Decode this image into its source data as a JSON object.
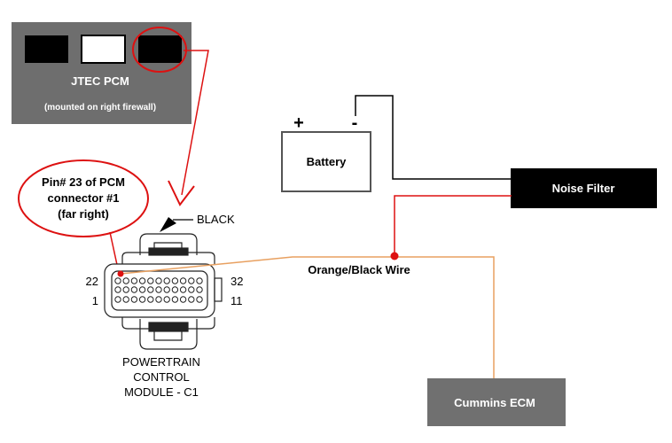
{
  "pcm_box": {
    "title": "JTEC PCM",
    "subtitle": "(mounted on right firewall)"
  },
  "callout": {
    "line1": "Pin# 23 of PCM",
    "line2": "connector #1",
    "line3": "(far right)"
  },
  "connector": {
    "black_label": "BLACK",
    "pin_top_left": "22",
    "pin_top_right": "32",
    "pin_bottom_left": "1",
    "pin_bottom_right": "11",
    "caption_line1": "POWERTRAIN",
    "caption_line2": "CONTROL",
    "caption_line3": "MODULE - C1"
  },
  "battery": {
    "label": "Battery",
    "plus": "+",
    "minus": "-"
  },
  "noise_filter": {
    "label": "Noise Filter"
  },
  "wire": {
    "label": "Orange/Black Wire"
  },
  "ecm": {
    "label": "Cummins ECM"
  },
  "colors": {
    "pcm_box": "#6e6e6e",
    "red_wire": "#dd1111",
    "orange_wire": "#e8a060",
    "black_wire": "#000000",
    "ecm_box": "#707070"
  }
}
